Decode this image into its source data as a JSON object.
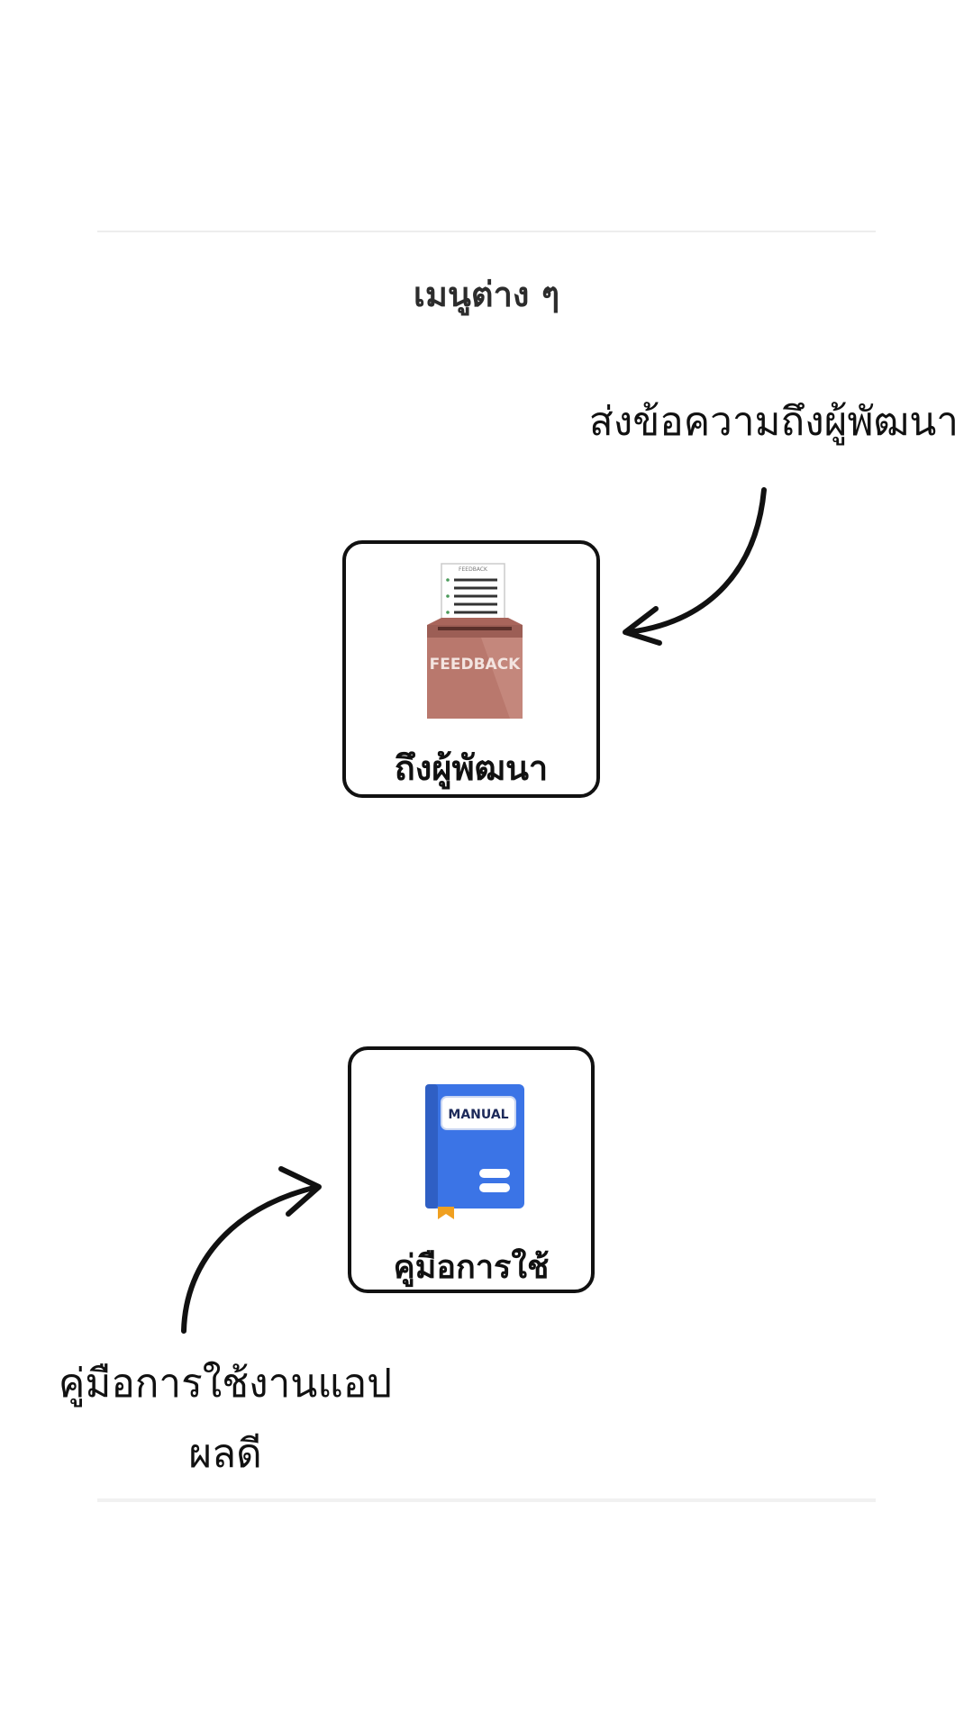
{
  "section": {
    "title": "เมนูต่าง ๆ"
  },
  "menu": {
    "feedback": {
      "label": "ถึงผู้พัฒนา",
      "icon": "feedback-box-icon",
      "icon_caption": "FEEDBACK",
      "paper_caption": "FEEDBACK",
      "callout": "ส่งข้อความถึงผู้พัฒนา"
    },
    "manual": {
      "label": "คู่มือการใช้",
      "icon": "manual-book-icon",
      "book_label": "MANUAL",
      "callout_line1": "คู่มือการใช้งานแอป",
      "callout_line2": "ผลดี"
    }
  },
  "colors": {
    "card_border": "#111111",
    "box_brown": "#b9786d",
    "book_blue": "#3b74e6",
    "bookmark_orange": "#f0a020",
    "divider": "#ededed"
  }
}
